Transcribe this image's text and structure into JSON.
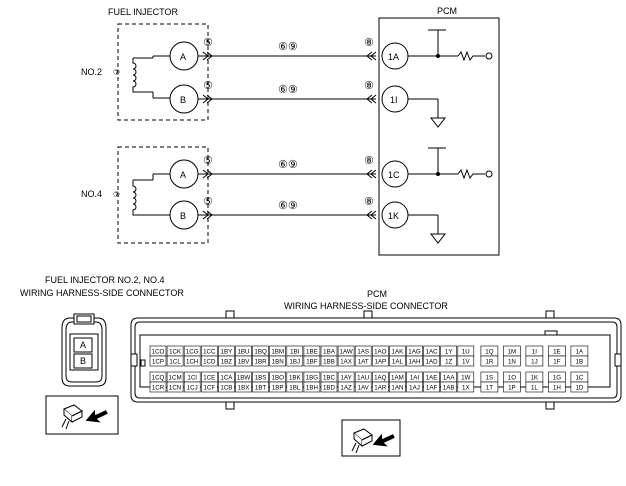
{
  "titles": {
    "fuel_injector": "FUEL INJECTOR",
    "pcm": "PCM",
    "conn_left_1": "FUEL INJECTOR NO.2, NO.4",
    "conn_left_2": "WIRING HARNESS-SIDE CONNECTOR",
    "conn_right_1": "PCM",
    "conn_right_2": "WIRING HARNESS-SIDE CONNECTOR"
  },
  "injectors": [
    {
      "name": "NO.2",
      "coil_ref": "⑦",
      "pins": [
        "A",
        "B"
      ]
    },
    {
      "name": "NO.4",
      "coil_ref": "⑦",
      "pins": [
        "A",
        "B"
      ]
    }
  ],
  "refs": {
    "injector_side": "⑤",
    "wire": "⑥⑨",
    "pcm_side": "⑧"
  },
  "pcm_pins": [
    "1A",
    "1I",
    "1C",
    "1K"
  ],
  "injector_connector": {
    "cells": [
      "A",
      "B"
    ]
  },
  "pcm_connector": {
    "upper_block": [
      [
        "1CO",
        "1CK",
        "1CG",
        "1CC",
        "1BY",
        "1BU",
        "1BQ",
        "1BM",
        "1BI",
        "1BE",
        "1BA",
        "1AW",
        "1AS",
        "1AO",
        "1AK",
        "1AG",
        "1AC",
        "1Y",
        "1U",
        "1Q",
        "1M",
        "1I",
        "1E",
        "1A"
      ],
      [
        "1CP",
        "1CL",
        "1CH",
        "1CD",
        "1BZ",
        "1BV",
        "1BR",
        "1BN",
        "1BJ",
        "1BF",
        "1BB",
        "1AX",
        "1AT",
        "1AP",
        "1AL",
        "1AH",
        "1AD",
        "1Z",
        "1V",
        "1R",
        "1N",
        "1J",
        "1F",
        "1B"
      ]
    ],
    "lower_block": [
      [
        "1CQ",
        "1CM",
        "1CI",
        "1CE",
        "1CA",
        "1BW",
        "1BS",
        "1BO",
        "1BK",
        "1BG",
        "1BC",
        "1AY",
        "1AU",
        "1AQ",
        "1AM",
        "1AI",
        "1AE",
        "1AA",
        "1W",
        "1S",
        "1O",
        "1K",
        "1G",
        "1C"
      ],
      [
        "1CR",
        "1CN",
        "1CJ",
        "1CF",
        "1CB",
        "1BX",
        "1BT",
        "1BP",
        "1BL",
        "1BH",
        "1BD",
        "1AZ",
        "1AV",
        "1AR",
        "1AN",
        "1AJ",
        "1AF",
        "1AB",
        "1X",
        "1T",
        "1P",
        "1L",
        "1H",
        "1D"
      ]
    ]
  }
}
